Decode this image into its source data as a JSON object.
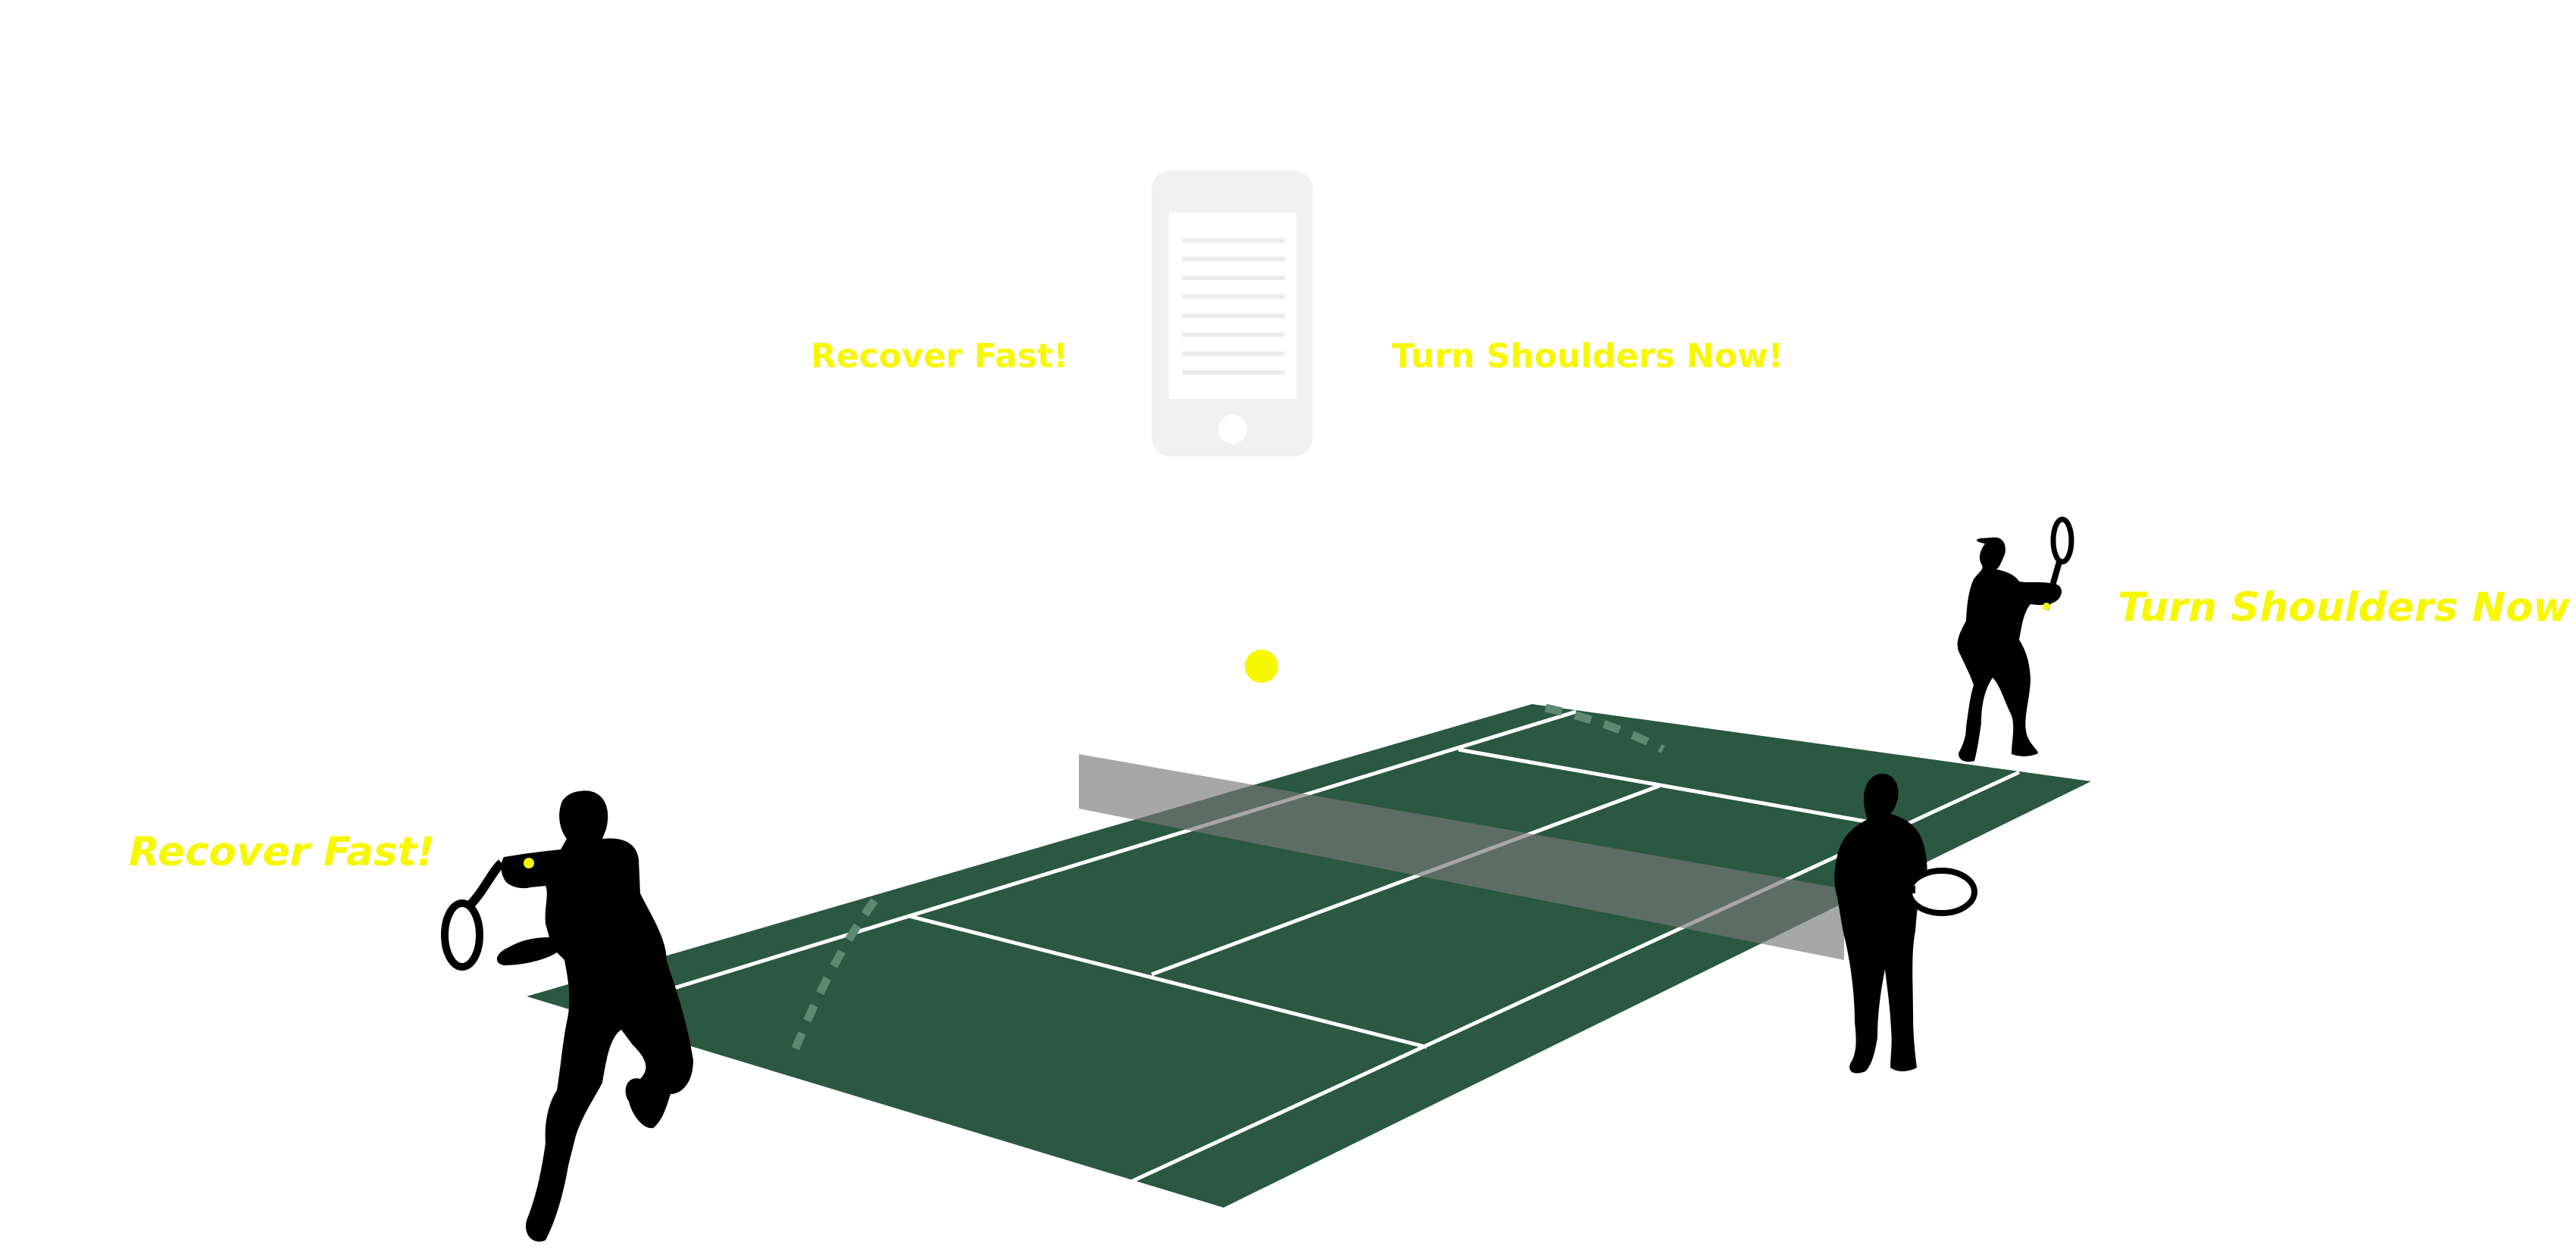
{
  "colors": {
    "cue_text": "#f7f700",
    "court": "#2a5840",
    "court_lines": "#ffffff",
    "net": "#a6a4a4",
    "ball": "#f7f700",
    "phone": "#f1f1f1",
    "player": "#000000"
  },
  "phone": {
    "left_cue": "Recover Fast!",
    "right_cue": "Turn Shoulders Now!",
    "icon": "smartphone-icon"
  },
  "players": {
    "near_left_cue": "Recover Fast!",
    "far_right_cue": "Turn Shoulders Now"
  }
}
